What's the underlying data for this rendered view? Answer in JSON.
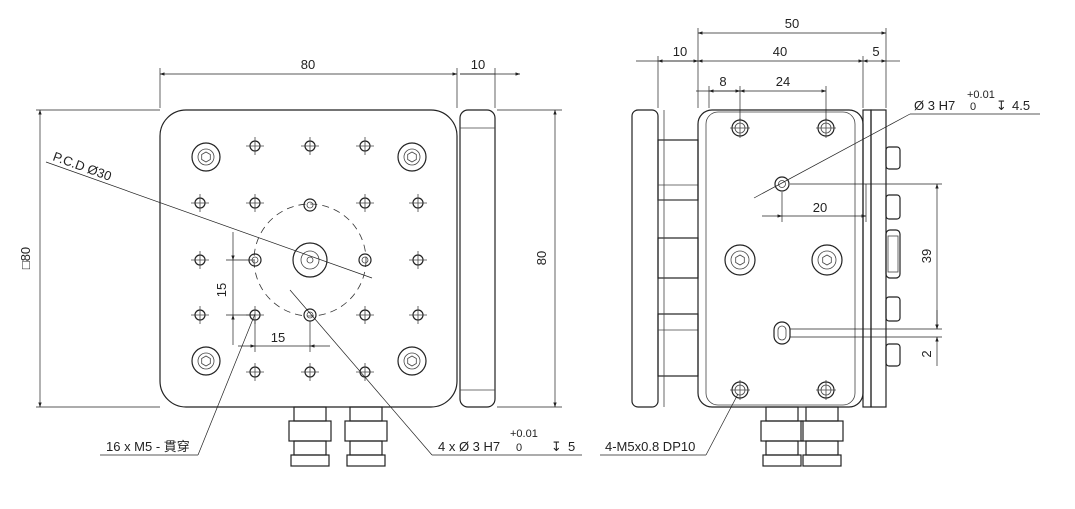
{
  "front_view": {
    "dim_width": "80",
    "dim_side": "10",
    "dim_height": "80",
    "dim_square": "□80",
    "pcd": "P.C.D Ø30",
    "dim_pitch_v": "15",
    "dim_pitch_h": "15",
    "callout_tapped": "16 x M5 - 貫穿",
    "callout_pin": "4 x Ø 3 H7",
    "tol_upper": "+0.01",
    "tol_lower": "0",
    "depth_symbol": "↧",
    "depth_value": "5"
  },
  "side_view": {
    "dim_total": "50",
    "dim_left": "10",
    "dim_mid": "40",
    "dim_right": "5",
    "dim_a": "8",
    "dim_b": "24",
    "dim_20": "20",
    "dim_39": "39",
    "dim_2": "2",
    "callout_pin": "Ø 3 H7",
    "tol_upper": "+0.01",
    "tol_lower": "0",
    "depth_symbol": "↧",
    "depth_value": "4.5",
    "callout_tap": "4-M5x0.8 DP10"
  }
}
